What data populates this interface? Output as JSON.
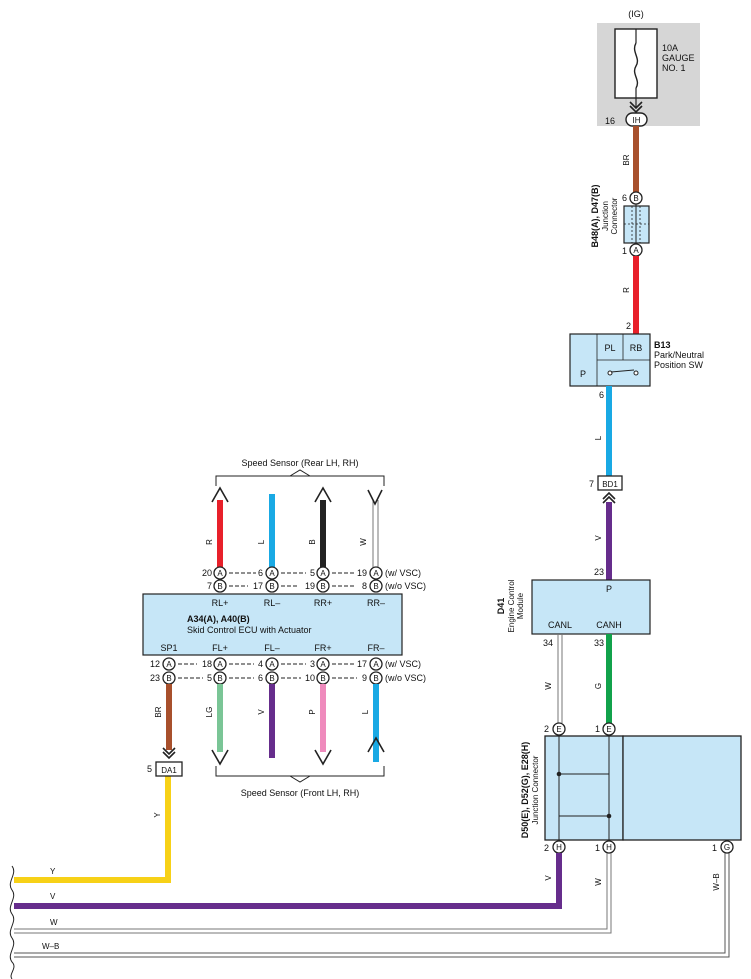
{
  "fuse": {
    "source": "(IG)",
    "rating": "10A",
    "name_line1": "GAUGE",
    "name_line2": "NO. 1",
    "pin": "16",
    "connector": "IH"
  },
  "junction_top": {
    "code": "B48(A), D47(B)",
    "name_line1": "Junction",
    "name_line2": "Connector",
    "pin_in": "6",
    "conn_in": "B",
    "pin_out": "1",
    "conn_out": "A"
  },
  "park_switch": {
    "code": "B13",
    "name_line1": "Park/Neutral",
    "name_line2": "Position SW",
    "pin_in": "2",
    "pin_out": "6",
    "label_p": "P",
    "label_pl": "PL",
    "label_rb": "RB"
  },
  "bd1": {
    "pin": "7",
    "connector": "BD1"
  },
  "ecm": {
    "code": "D41",
    "name_line1": "Engine Control",
    "name_line2": "Module",
    "pin_p": "23",
    "label_p": "P",
    "label_canl": "CANL",
    "label_canh": "CANH",
    "pin_canl": "34",
    "pin_canh": "33"
  },
  "junction_bottom": {
    "code": "D50(E), D52(G), E28(H)",
    "name": "Junction Connector",
    "pin_e2": "2",
    "conn_e2": "E",
    "pin_e1": "1",
    "conn_e1": "E",
    "pin_h2": "2",
    "conn_h2": "H",
    "pin_h1": "1",
    "conn_h1": "H",
    "pin_g1": "1",
    "conn_g1": "G"
  },
  "ecu": {
    "code": "A34(A), A40(B)",
    "name": "Skid Control ECU with Actuator",
    "top_labels": [
      "RL+",
      "RL–",
      "RR+",
      "RR–"
    ],
    "bottom_labels": [
      "SP1",
      "FL+",
      "FL–",
      "FR+",
      "FR–"
    ],
    "top_row_a": [
      "20",
      "6",
      "5",
      "19"
    ],
    "top_row_b": [
      "7",
      "17",
      "19",
      "8"
    ],
    "bottom_row_a": [
      "12",
      "18",
      "4",
      "3",
      "17"
    ],
    "bottom_row_b": [
      "23",
      "5",
      "6",
      "10",
      "9"
    ],
    "conn_a": "A",
    "conn_b": "B",
    "with_vsc": "(w/ VSC)",
    "without_vsc": "(w/o VSC)"
  },
  "sensor_rear": {
    "title": "Speed Sensor (Rear LH,  RH)",
    "wires": [
      "R",
      "L",
      "B",
      "W"
    ]
  },
  "sensor_front": {
    "title": "Speed Sensor (Front LH,  RH)",
    "wires": [
      "LG",
      "V",
      "P",
      "L"
    ]
  },
  "da1": {
    "pin": "5",
    "connector": "DA1"
  },
  "wires": {
    "fuse_to_junction": "BR",
    "junction_to_switch": "R",
    "switch_to_bd1": "L",
    "bd1_to_ecm": "V",
    "canl": "W",
    "canh": "G",
    "sp1": "BR",
    "da1_out": "Y",
    "h2_out": "V",
    "h1_out": "W",
    "g1_out": "W–B",
    "left_y": "Y",
    "left_v": "V",
    "left_w": "W",
    "left_wb": "W–B"
  },
  "colors": {
    "red": "#e8202a",
    "blue": "#19a9e4",
    "brown": "#a8502c",
    "purple": "#662d8c",
    "green": "#11a24b",
    "yellow": "#f7d117",
    "pink": "#ef8bbd",
    "lightgreen": "#7ac596",
    "box": "#c6e6f7",
    "fusebox": "#d6d6d6"
  }
}
